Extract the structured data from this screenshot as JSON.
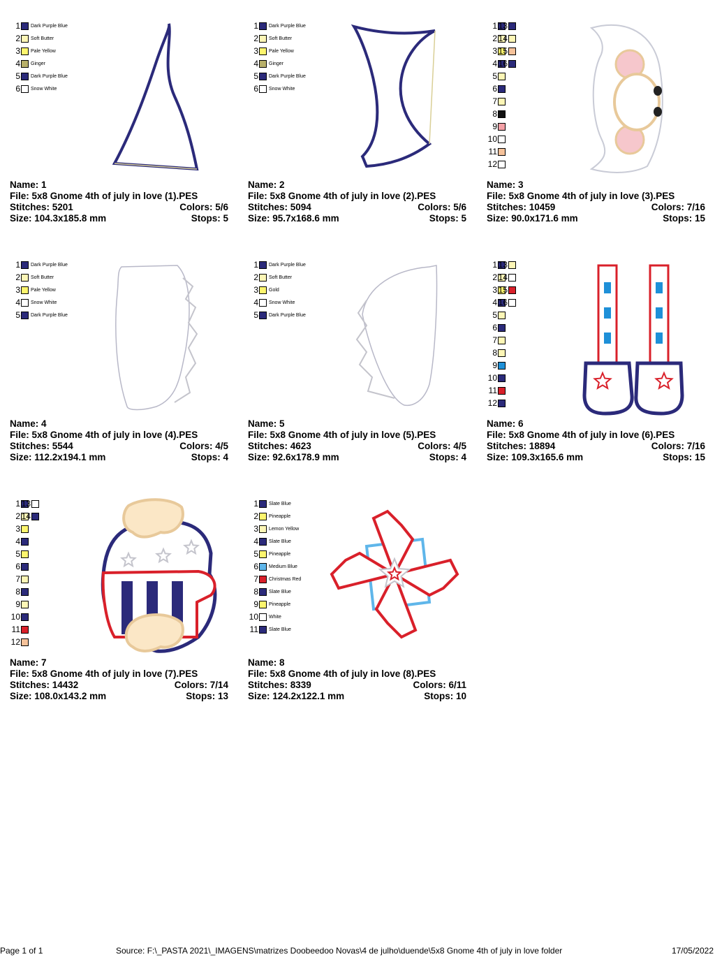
{
  "designs": [
    {
      "name": "Name: 1",
      "file": "File: 5x8 Gnome 4th of july in love (1).PES",
      "stitches": "Stitches: 5201",
      "colors": "Colors: 5/6",
      "size": "Size: 104.3x185.8 mm",
      "stops": "Stops: 5",
      "shape": "hat-left",
      "palette": [
        {
          "num": "1",
          "color": "#2b2a7a",
          "name": "Dark Purple Blue"
        },
        {
          "num": "2",
          "color": "#fdf6b6",
          "name": "Soft Butter"
        },
        {
          "num": "3",
          "color": "#fdf56e",
          "name": "Pale Yellow"
        },
        {
          "num": "4",
          "color": "#b8b06a",
          "name": "Ginger"
        },
        {
          "num": "5",
          "color": "#2b2a7a",
          "name": "Dark Purple Blue"
        },
        {
          "num": "6",
          "color": "#ffffff",
          "name": "Snow White"
        }
      ]
    },
    {
      "name": "Name: 2",
      "file": "File: 5x8 Gnome 4th of july in love (2).PES",
      "stitches": "Stitches: 5094",
      "colors": "Colors: 5/6",
      "size": "Size: 95.7x168.6 mm",
      "stops": "Stops: 5",
      "shape": "hat-right",
      "palette": [
        {
          "num": "1",
          "color": "#2b2a7a",
          "name": "Dark Purple Blue"
        },
        {
          "num": "2",
          "color": "#fdf6b6",
          "name": "Soft Butter"
        },
        {
          "num": "3",
          "color": "#fdf56e",
          "name": "Pale Yellow"
        },
        {
          "num": "4",
          "color": "#b8b06a",
          "name": "Ginger"
        },
        {
          "num": "5",
          "color": "#2b2a7a",
          "name": "Dark Purple Blue"
        },
        {
          "num": "6",
          "color": "#ffffff",
          "name": "Snow White"
        }
      ]
    },
    {
      "name": "Name: 3",
      "file": "File: 5x8 Gnome 4th of july in love (3).PES",
      "stitches": "Stitches: 10459",
      "colors": "Colors: 7/16",
      "size": "Size: 90.0x171.6 mm",
      "stops": "Stops: 15",
      "shape": "face",
      "palette": [
        {
          "num": "1",
          "color": "#2b2a7a",
          "name": ""
        },
        {
          "num": "2",
          "color": "#fdf6b6",
          "name": ""
        },
        {
          "num": "3",
          "color": "#fdf56e",
          "name": ""
        },
        {
          "num": "4",
          "color": "#2b2a7a",
          "name": ""
        },
        {
          "num": "5",
          "color": "#fdf6b6",
          "name": ""
        },
        {
          "num": "6",
          "color": "#2b2a7a",
          "name": ""
        },
        {
          "num": "7",
          "color": "#fdf6b6",
          "name": ""
        },
        {
          "num": "8",
          "color": "#111111",
          "name": ""
        },
        {
          "num": "9",
          "color": "#f4a0a6",
          "name": ""
        },
        {
          "num": "10",
          "color": "#ffffff",
          "name": ""
        },
        {
          "num": "11",
          "color": "#f6c29a",
          "name": ""
        },
        {
          "num": "12",
          "color": "#ffffff",
          "name": ""
        },
        {
          "num": "13",
          "color": "#2b2a7a",
          "name": ""
        },
        {
          "num": "14",
          "color": "#fdf6b6",
          "name": ""
        },
        {
          "num": "15",
          "color": "#f6c29a",
          "name": ""
        },
        {
          "num": "16",
          "color": "#2b2a7a",
          "name": ""
        }
      ]
    },
    {
      "name": "Name: 4",
      "file": "File: 5x8 Gnome 4th of july in love (4).PES",
      "stitches": "Stitches: 5544",
      "colors": "Colors: 4/5",
      "size": "Size: 112.2x194.1 mm",
      "stops": "Stops: 4",
      "shape": "beard-left",
      "palette": [
        {
          "num": "1",
          "color": "#2b2a7a",
          "name": "Dark Purple Blue"
        },
        {
          "num": "2",
          "color": "#fdf6b6",
          "name": "Soft Butter"
        },
        {
          "num": "3",
          "color": "#fdf56e",
          "name": "Pale Yellow"
        },
        {
          "num": "4",
          "color": "#ffffff",
          "name": "Snow White"
        },
        {
          "num": "5",
          "color": "#2b2a7a",
          "name": "Dark Purple Blue"
        }
      ]
    },
    {
      "name": "Name: 5",
      "file": "File: 5x8 Gnome 4th of july in love (5).PES",
      "stitches": "Stitches: 4623",
      "colors": "Colors: 4/5",
      "size": "Size: 92.6x178.9 mm",
      "stops": "Stops: 4",
      "shape": "beard-right",
      "palette": [
        {
          "num": "1",
          "color": "#2b2a7a",
          "name": "Dark Purple Blue"
        },
        {
          "num": "2",
          "color": "#fdf6b6",
          "name": "Soft Butter"
        },
        {
          "num": "3",
          "color": "#fdf56e",
          "name": "Gold"
        },
        {
          "num": "4",
          "color": "#ffffff",
          "name": "Snow White"
        },
        {
          "num": "5",
          "color": "#2b2a7a",
          "name": "Dark Purple Blue"
        }
      ]
    },
    {
      "name": "Name: 6",
      "file": "File: 5x8 Gnome 4th of july in love (6).PES",
      "stitches": "Stitches: 18894",
      "colors": "Colors: 7/16",
      "size": "Size: 109.3x165.6 mm",
      "stops": "Stops: 15",
      "shape": "legs",
      "palette": [
        {
          "num": "1",
          "color": "#2b2a7a",
          "name": ""
        },
        {
          "num": "2",
          "color": "#fdf6b6",
          "name": ""
        },
        {
          "num": "3",
          "color": "#fdf56e",
          "name": ""
        },
        {
          "num": "4",
          "color": "#2b2a7a",
          "name": ""
        },
        {
          "num": "5",
          "color": "#fdf6b6",
          "name": ""
        },
        {
          "num": "6",
          "color": "#2b2a7a",
          "name": ""
        },
        {
          "num": "7",
          "color": "#fdf6b6",
          "name": ""
        },
        {
          "num": "8",
          "color": "#fdf6b6",
          "name": ""
        },
        {
          "num": "9",
          "color": "#1e90d8",
          "name": ""
        },
        {
          "num": "10",
          "color": "#2b2a7a",
          "name": ""
        },
        {
          "num": "11",
          "color": "#d9202a",
          "name": ""
        },
        {
          "num": "12",
          "color": "#2b2a7a",
          "name": ""
        },
        {
          "num": "13",
          "color": "#fdf6b6",
          "name": ""
        },
        {
          "num": "14",
          "color": "#ffffff",
          "name": ""
        },
        {
          "num": "15",
          "color": "#d9202a",
          "name": ""
        },
        {
          "num": "16",
          "color": "#ffffff",
          "name": ""
        }
      ]
    },
    {
      "name": "Name: 7",
      "file": "File: 5x8 Gnome 4th of july in love (7).PES",
      "stitches": "Stitches: 14432",
      "colors": "Colors: 7/14",
      "size": "Size: 108.0x143.2 mm",
      "stops": "Stops: 13",
      "shape": "heart-hat",
      "palette": [
        {
          "num": "1",
          "color": "#2b2a7a",
          "name": ""
        },
        {
          "num": "2",
          "color": "#fdf6b6",
          "name": ""
        },
        {
          "num": "3",
          "color": "#fdf56e",
          "name": ""
        },
        {
          "num": "4",
          "color": "#2b2a7a",
          "name": ""
        },
        {
          "num": "5",
          "color": "#fdf56e",
          "name": ""
        },
        {
          "num": "6",
          "color": "#2b2a7a",
          "name": ""
        },
        {
          "num": "7",
          "color": "#fdf6b6",
          "name": ""
        },
        {
          "num": "8",
          "color": "#2b2a7a",
          "name": ""
        },
        {
          "num": "9",
          "color": "#fdf6b6",
          "name": ""
        },
        {
          "num": "10",
          "color": "#2b2a7a",
          "name": ""
        },
        {
          "num": "11",
          "color": "#d9202a",
          "name": ""
        },
        {
          "num": "12",
          "color": "#f6c29a",
          "name": ""
        },
        {
          "num": "13",
          "color": "#ffffff",
          "name": ""
        },
        {
          "num": "14",
          "color": "#2b2a7a",
          "name": ""
        }
      ]
    },
    {
      "name": "Name: 8",
      "file": "File: 5x8 Gnome 4th of july in love (8).PES",
      "stitches": "Stitches: 8339",
      "colors": "Colors: 6/11",
      "size": "Size: 124.2x122.1 mm",
      "stops": "Stops: 10",
      "shape": "pinwheel",
      "palette": [
        {
          "num": "1",
          "color": "#2b2a7a",
          "name": "Slate Blue"
        },
        {
          "num": "2",
          "color": "#fdf56e",
          "name": "Pineapple"
        },
        {
          "num": "3",
          "color": "#fdf6b6",
          "name": "Lemon Yellow"
        },
        {
          "num": "4",
          "color": "#2b2a7a",
          "name": "Slate Blue"
        },
        {
          "num": "5",
          "color": "#fdf56e",
          "name": "Pineapple"
        },
        {
          "num": "6",
          "color": "#5fb6ea",
          "name": "Medium Blue"
        },
        {
          "num": "7",
          "color": "#d9202a",
          "name": "Christmas Red"
        },
        {
          "num": "8",
          "color": "#2b2a7a",
          "name": "Slate Blue"
        },
        {
          "num": "9",
          "color": "#fdf56e",
          "name": "Pineapple"
        },
        {
          "num": "10",
          "color": "#ffffff",
          "name": "White"
        },
        {
          "num": "11",
          "color": "#2b2a7a",
          "name": "Slate Blue"
        }
      ]
    }
  ],
  "footer": {
    "page": "Page 1 of 1",
    "source": "Source: F:\\_PASTA 2021\\_IMAGENS\\matrizes Doobeedoo Novas\\4 de julho\\duende\\5x8 Gnome 4th of july in love folder",
    "date": "17/05/2022"
  }
}
